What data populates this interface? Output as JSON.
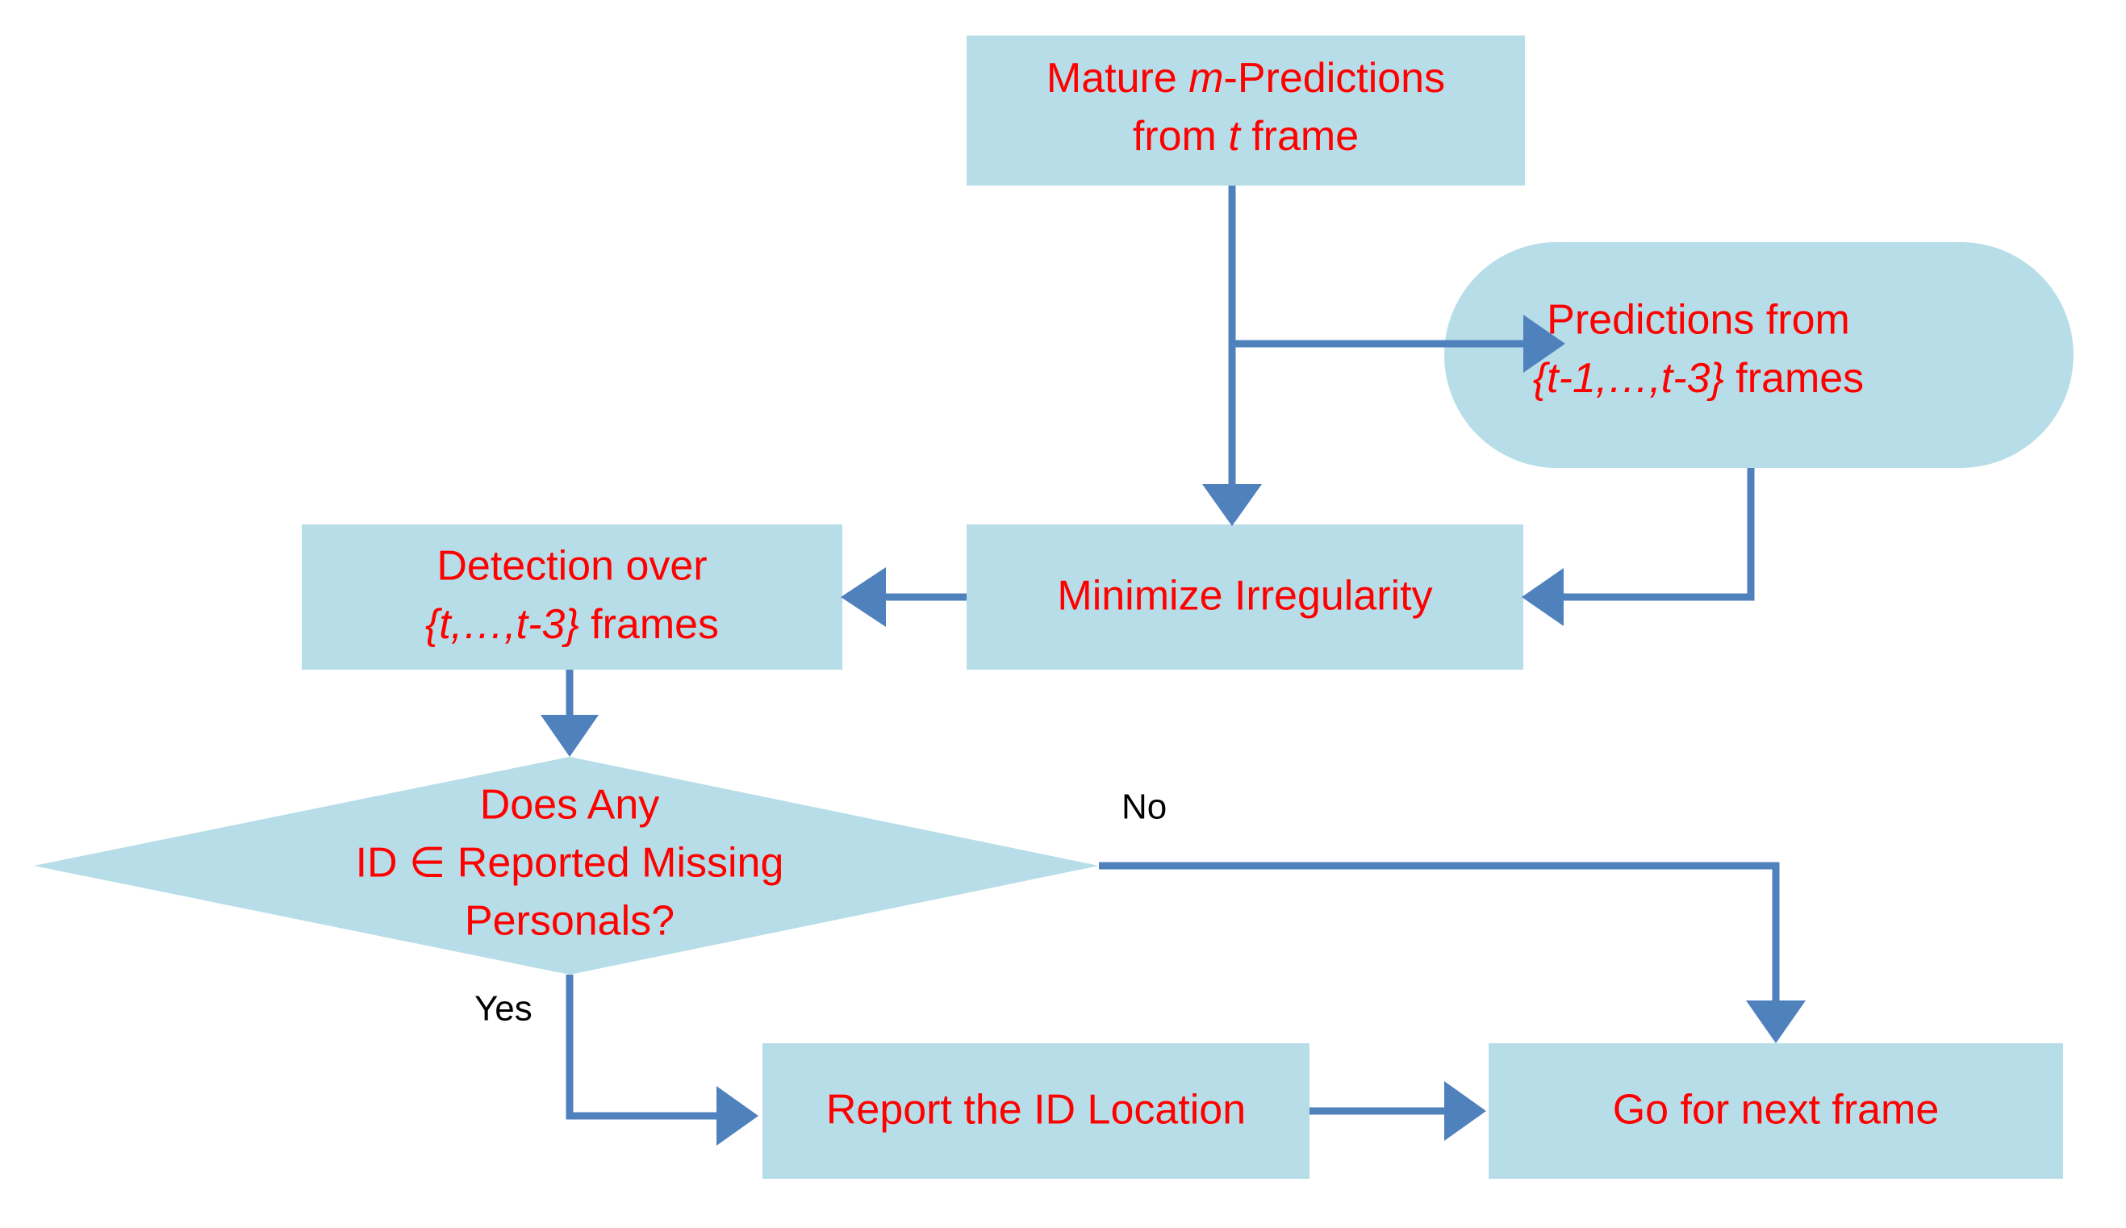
{
  "diagram": {
    "title": "Tracking and Missing-Person Reporting Flowchart",
    "colors": {
      "node_fill": "#B7DEE8",
      "node_text": "#FF0000",
      "connector": "#4F81BD",
      "edge_label_text": "#000000",
      "background": "#FFFFFF"
    },
    "nodes": {
      "mature_predictions": {
        "shape": "process",
        "line1_a": "Mature ",
        "line1_em": "m",
        "line1_b": "-Predictions",
        "line2_a": "from ",
        "line2_em": "t",
        "line2_b": " frame"
      },
      "predictions_window": {
        "shape": "delay",
        "line1": "Predictions from",
        "line2_em": "{t-1,…,t-3}",
        "line2_b": " frames"
      },
      "minimize_irregularity": {
        "shape": "process",
        "line1": "Minimize Irregularity"
      },
      "detection_over": {
        "shape": "process",
        "line1": "Detection over",
        "line2_em": "{t,…,t-3}",
        "line2_b": " frames"
      },
      "decision_missing": {
        "shape": "decision",
        "line1": "Does Any",
        "line2": "ID ∈ Reported Missing",
        "line3": "Personals?"
      },
      "report_id_location": {
        "shape": "process",
        "line1": "Report the ID Location"
      },
      "go_next_frame": {
        "shape": "process",
        "line1": "Go for next frame"
      }
    },
    "edge_labels": {
      "no": "No",
      "yes": "Yes"
    }
  }
}
